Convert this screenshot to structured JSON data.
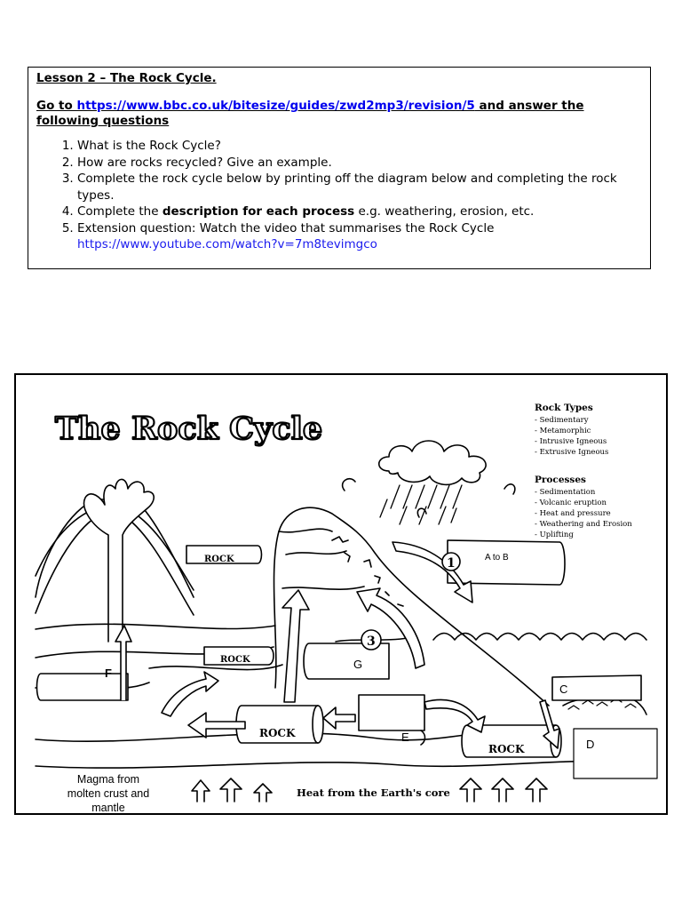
{
  "lesson": {
    "title": "Lesson 2 – The Rock Cycle.",
    "goto_prefix": "Go to ",
    "goto_url": "https://www.bbc.co.uk/bitesize/guides/zwd2mp3/revision/5",
    "goto_suffix": " and answer the following questions",
    "questions": [
      "What is the Rock Cycle?",
      "How are rocks recycled? Give an example.",
      "Complete the rock cycle below by printing off the diagram below and completing the rock types.",
      "Complete the ",
      "Extension question: Watch the video that summarises the Rock Cycle"
    ],
    "q4_bold": "description for each process",
    "q4_tail": " e.g. weathering, erosion, etc.",
    "q5_url": "https://www.youtube.com/watch?v=7m8tevimgco"
  },
  "diagram": {
    "heading": "The Rock Cycle",
    "rock_types_title": "Rock Types",
    "rock_types": [
      "- Sedimentary",
      "- Metamorphic",
      "- Intrusive Igneous",
      "- Extrusive Igneous"
    ],
    "processes_title": "Processes",
    "processes": [
      "- Sedimentation",
      "- Volcanic eruption",
      "- Heat and pressure",
      "- Weathering and Erosion",
      "- Uplifting"
    ],
    "rock_label": "ROCK",
    "labels": {
      "a_to_b": "A to B",
      "c": "C",
      "d": "D",
      "e": "E",
      "f": "F",
      "g": "G"
    },
    "step_numbers": [
      "1",
      "3"
    ],
    "magma_lines": [
      "Magma from",
      "molten crust and",
      "mantle"
    ],
    "heat_label": "Heat from the Earth's core"
  }
}
